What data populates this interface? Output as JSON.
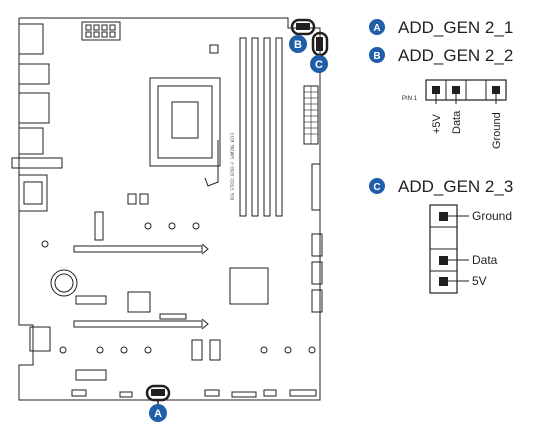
{
  "colors": {
    "badge": "#1f5ea8",
    "line": "#231f20",
    "board_bg": "#ffffff"
  },
  "badges": {
    "a": "A",
    "b": "B",
    "c": "C"
  },
  "headers": {
    "h1": "ADD_GEN 2_1",
    "h2": "ADD_GEN 2_2",
    "h3": "ADD_GEN 2_3"
  },
  "gen22_pins": {
    "pin1": "PIN 1",
    "p1": "+5V",
    "p2": "Data",
    "p4": "Ground"
  },
  "gen23_pins": {
    "ground": "Ground",
    "data": "Data",
    "fivev": "5V"
  },
  "board_silkscreen": "ROG STRIX B760-F GAMING WIFI"
}
